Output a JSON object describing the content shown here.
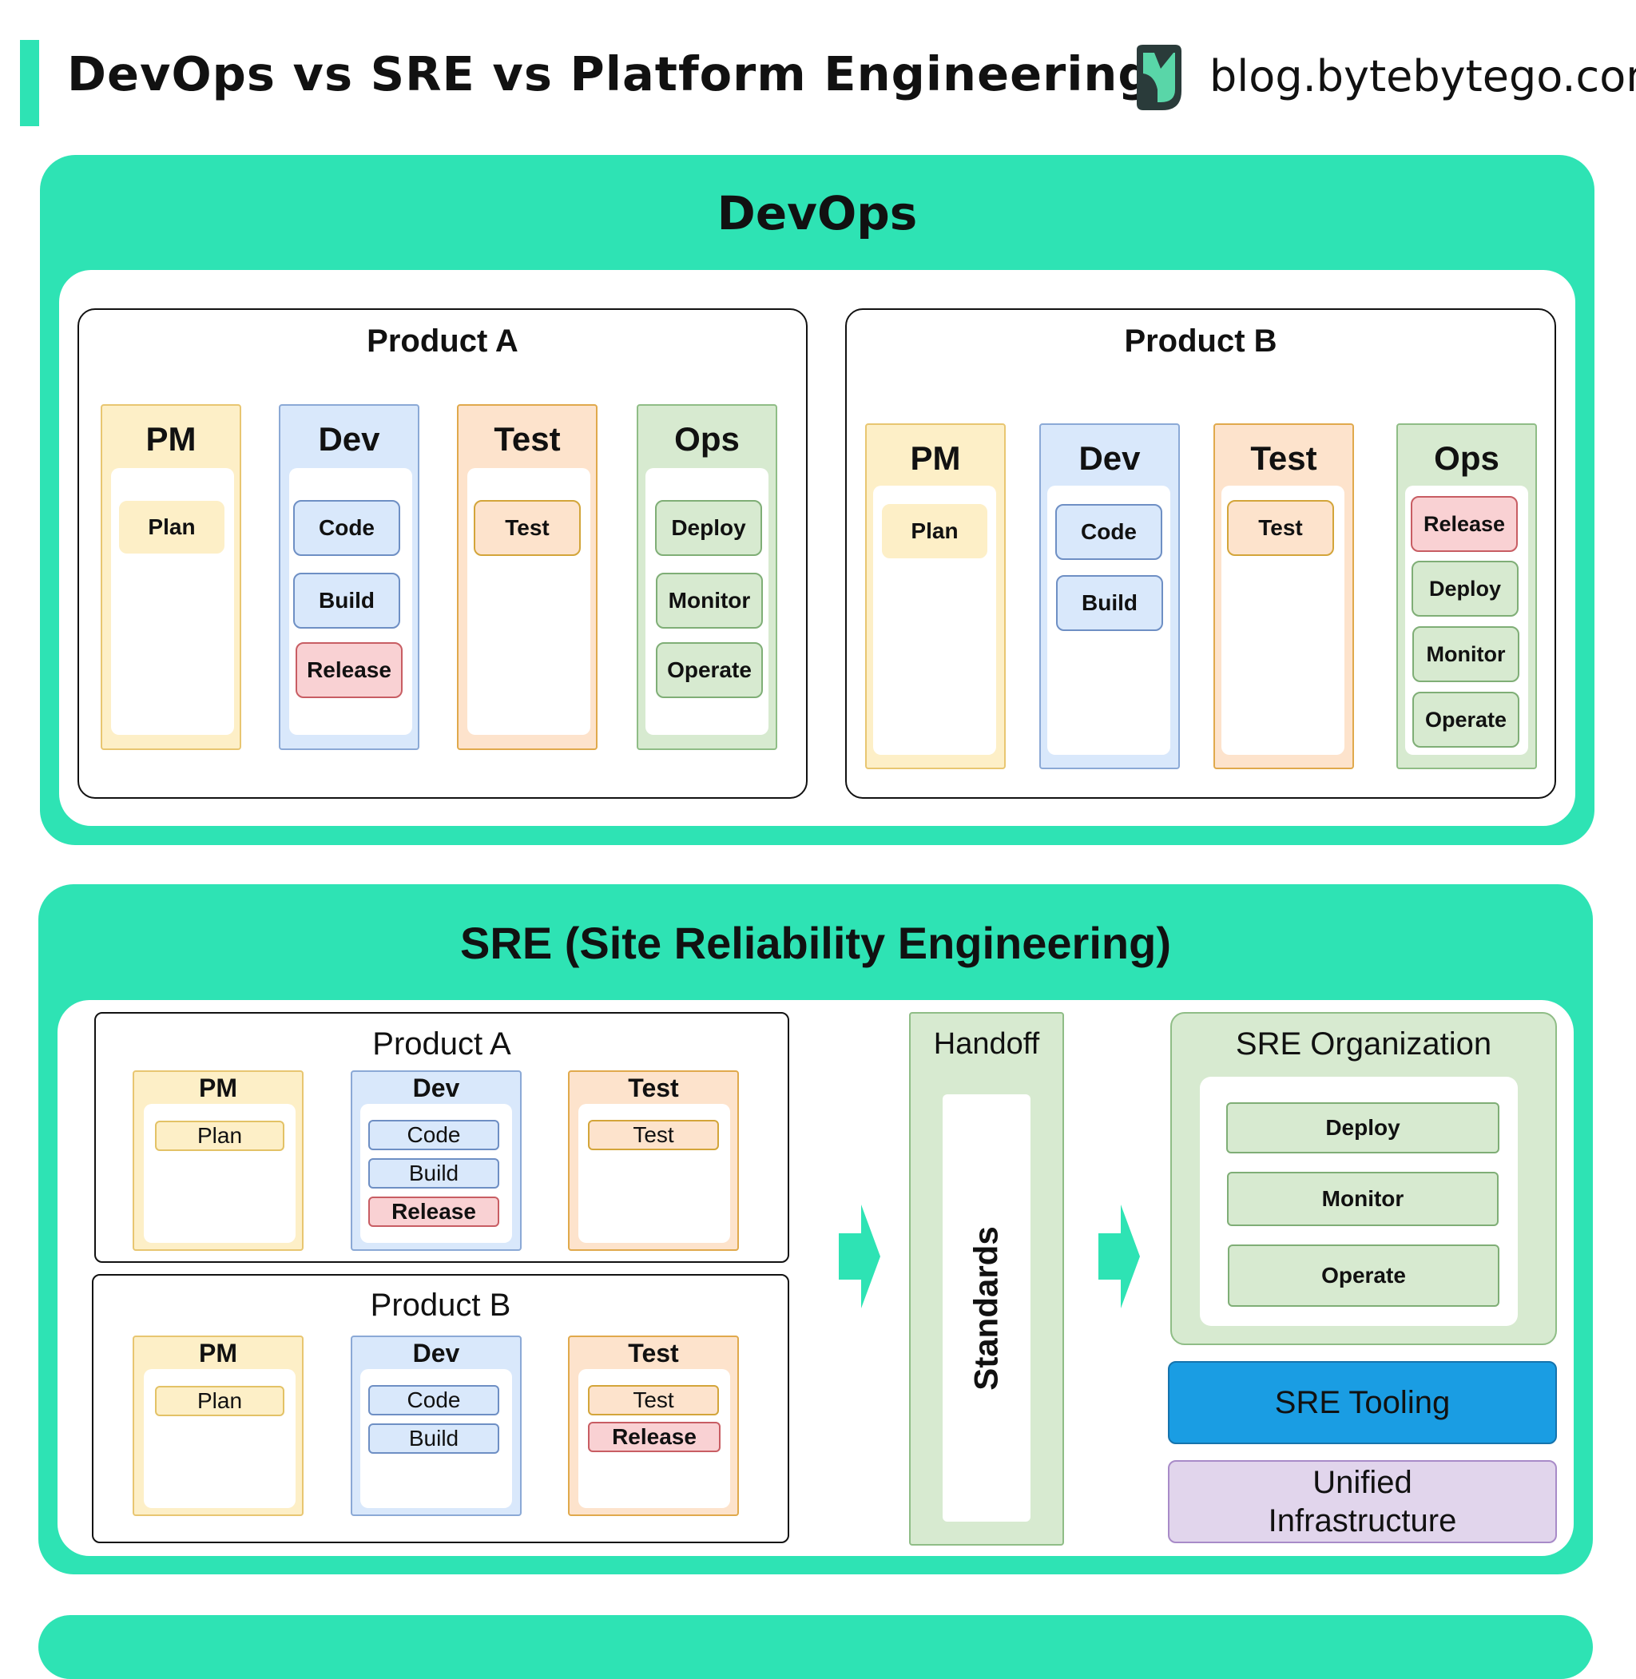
{
  "header": {
    "title": "DevOps vs SRE vs Platform Engineering",
    "site": "blog.bytebytego.com",
    "accent_color": "#2ee3b4"
  },
  "devops": {
    "title": "DevOps",
    "product_a": {
      "title": "Product A",
      "pm": {
        "label": "PM",
        "items": [
          "Plan"
        ]
      },
      "dev": {
        "label": "Dev",
        "items": [
          "Code",
          "Build",
          "Release"
        ]
      },
      "test": {
        "label": "Test",
        "items": [
          "Test"
        ]
      },
      "ops": {
        "label": "Ops",
        "items": [
          "Deploy",
          "Monitor",
          "Operate"
        ]
      }
    },
    "product_b": {
      "title": "Product B",
      "pm": {
        "label": "PM",
        "items": [
          "Plan"
        ]
      },
      "dev": {
        "label": "Dev",
        "items": [
          "Code",
          "Build"
        ]
      },
      "test": {
        "label": "Test",
        "items": [
          "Test"
        ]
      },
      "ops": {
        "label": "Ops",
        "items": [
          "Release",
          "Deploy",
          "Monitor",
          "Operate"
        ]
      }
    }
  },
  "sre": {
    "title": "SRE (Site Reliability Engineering)",
    "product_a": {
      "title": "Product A",
      "pm": {
        "label": "PM",
        "items": [
          "Plan"
        ]
      },
      "dev": {
        "label": "Dev",
        "items": [
          "Code",
          "Build",
          "Release"
        ]
      },
      "test": {
        "label": "Test",
        "items": [
          "Test"
        ]
      }
    },
    "product_b": {
      "title": "Product B",
      "pm": {
        "label": "PM",
        "items": [
          "Plan"
        ]
      },
      "dev": {
        "label": "Dev",
        "items": [
          "Code",
          "Build"
        ]
      },
      "test": {
        "label": "Test",
        "items": [
          "Test",
          "Release"
        ]
      }
    },
    "handoff": {
      "title": "Handoff",
      "standards": "Standards"
    },
    "sre_org": {
      "title": "SRE Organization",
      "items": [
        "Deploy",
        "Monitor",
        "Operate"
      ]
    },
    "tooling": "SRE Tooling",
    "unified": [
      "Unified",
      "Infrastructure"
    ]
  }
}
